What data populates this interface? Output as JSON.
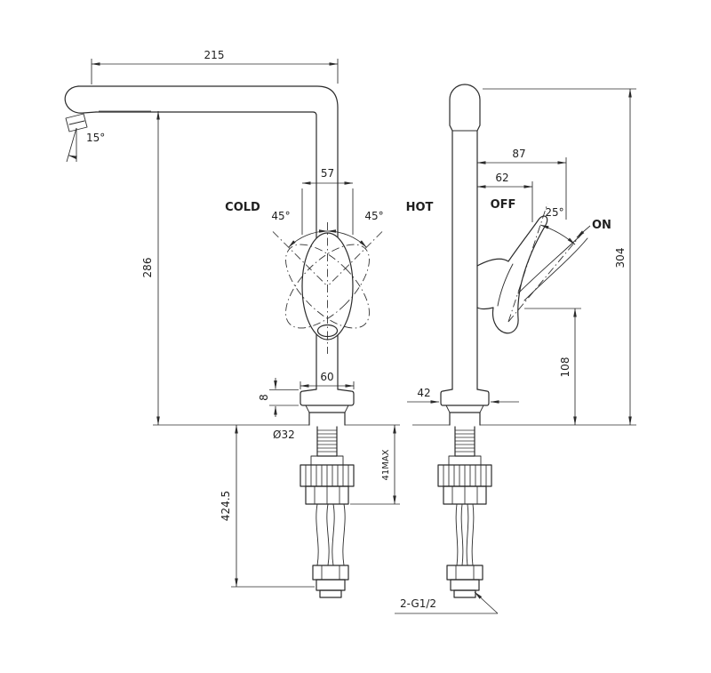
{
  "colors": {
    "line": "#2b2b2b",
    "background": "#ffffff"
  },
  "front_view": {
    "dim_spout_reach": "215",
    "dim_nozzle_angle": "15°",
    "dim_height_to_spout": "286",
    "dim_handle_width": "57",
    "dim_swing_left": "45°",
    "dim_swing_right": "45°",
    "label_cold": "COLD",
    "label_hot": "HOT",
    "dim_flange_width": "60",
    "dim_flange_height": "8",
    "dim_shank_diameter": "Ø32",
    "dim_hose_drop": "424.5",
    "dim_max_counter_thickness": "41MAX"
  },
  "side_view": {
    "dim_reach_on": "87",
    "dim_reach_off": "62",
    "label_off": "OFF",
    "dim_handle_angle": "25°",
    "label_on": "ON",
    "dim_total_height": "304",
    "dim_pivot_height": "108",
    "dim_flange_depth": "42",
    "label_inlet_thread": "2-G1/2"
  }
}
